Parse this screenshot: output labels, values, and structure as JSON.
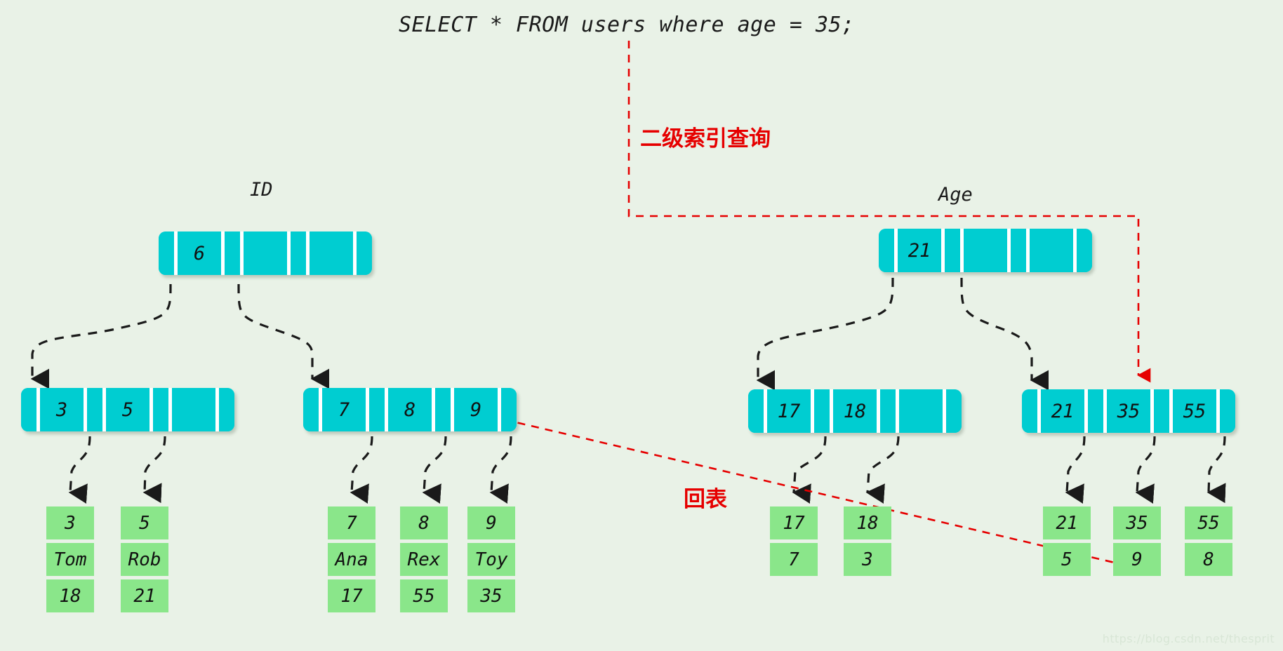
{
  "diagram": {
    "title_sql": "SELECT * FROM users where age = 35;",
    "watermark": "https://blog.csdn.net/thesprit",
    "colors": {
      "background": "#e9f2e7",
      "index_node": "#00cdd1",
      "record_node": "#8ae68a",
      "annotation_red": "#e60000",
      "text": "#111111",
      "connector": "#1a1a1a"
    },
    "annotations": [
      {
        "id": "secondary-index-query",
        "text": "二级索引查询"
      },
      {
        "id": "back-to-table",
        "text": "回表"
      }
    ]
  },
  "id_tree": {
    "title": "ID",
    "root": {
      "keys": [
        "6",
        "",
        "",
        ""
      ]
    },
    "leaves": [
      {
        "keys": [
          "3",
          "5",
          ""
        ]
      },
      {
        "keys": [
          "7",
          "8",
          "9"
        ]
      }
    ],
    "records": [
      {
        "id": "3",
        "name": "Tom",
        "age": "18"
      },
      {
        "id": "5",
        "name": "Rob",
        "age": "21"
      },
      {
        "id": "7",
        "name": "Ana",
        "age": "17"
      },
      {
        "id": "8",
        "name": "Rex",
        "age": "55"
      },
      {
        "id": "9",
        "name": "Toy",
        "age": "35"
      }
    ]
  },
  "age_tree": {
    "title": "Age",
    "root": {
      "keys": [
        "21",
        "",
        "",
        ""
      ]
    },
    "leaves": [
      {
        "keys": [
          "17",
          "18",
          ""
        ]
      },
      {
        "keys": [
          "21",
          "35",
          "55"
        ]
      }
    ],
    "records": [
      {
        "age": "17",
        "id": "7"
      },
      {
        "age": "18",
        "id": "3"
      },
      {
        "age": "21",
        "id": "5"
      },
      {
        "age": "35",
        "id": "9"
      },
      {
        "age": "55",
        "id": "8"
      }
    ]
  }
}
